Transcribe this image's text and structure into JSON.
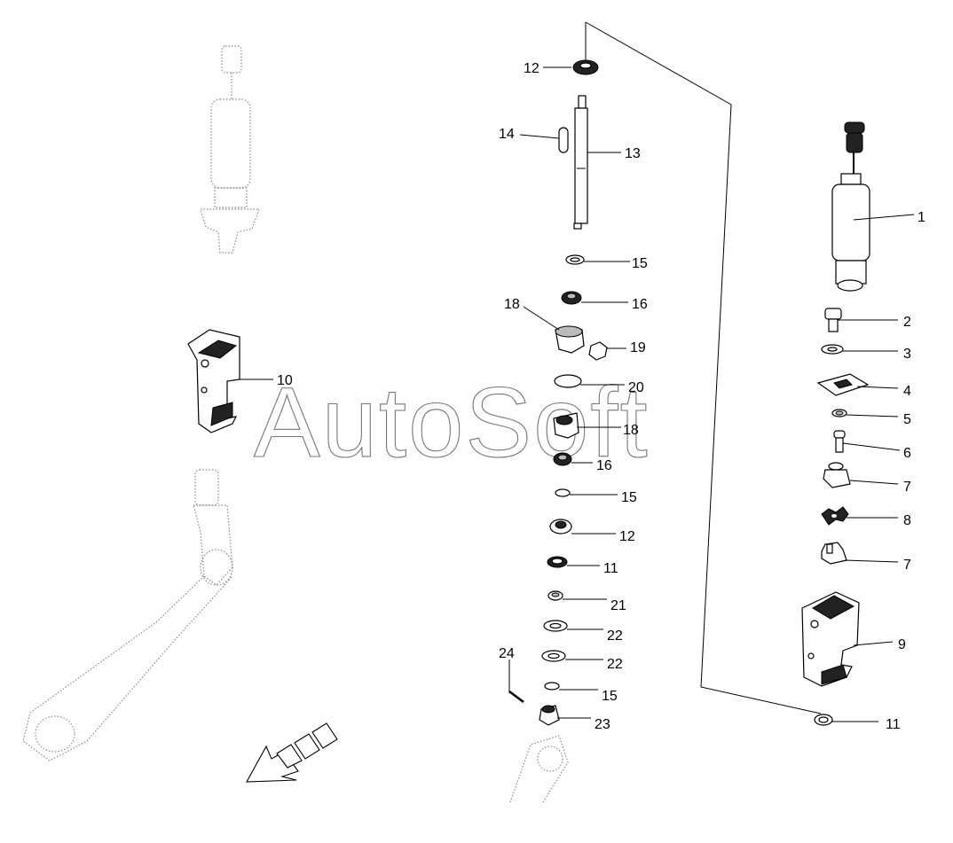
{
  "watermark": "AutoSoft",
  "callouts": {
    "p1": "1",
    "p2": "2",
    "p3": "3",
    "p4": "4",
    "p5": "5",
    "p6": "6",
    "p7a": "7",
    "p7b": "7",
    "p8": "8",
    "p9": "9",
    "p10": "10",
    "p11a": "11",
    "p11b": "11",
    "p12a": "12",
    "p12b": "12",
    "p13": "13",
    "p14": "14",
    "p15a": "15",
    "p15b": "15",
    "p15c": "15",
    "p16a": "16",
    "p16b": "16",
    "p18a": "18",
    "p18b": "18",
    "p19": "19",
    "p20": "20",
    "p21": "21",
    "p22a": "22",
    "p22b": "22",
    "p23": "23",
    "p24": "24"
  },
  "icons": {
    "direction_arrow": "direction-arrow-icon"
  }
}
